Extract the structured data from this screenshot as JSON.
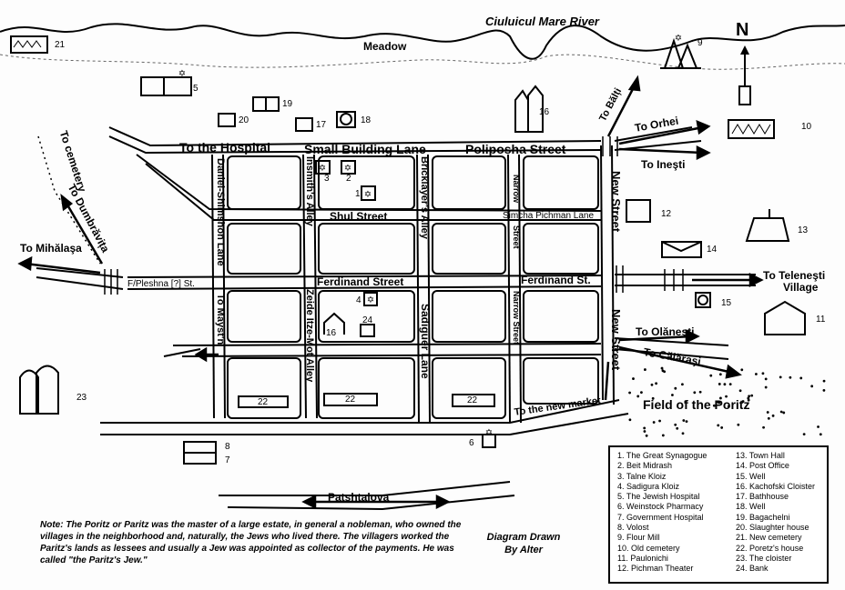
{
  "title_river": "Ciuluicul Mare River",
  "meadow": "Meadow",
  "north": "N",
  "streets": {
    "hospital": "To the Hospital",
    "small_building": "Small Building Lane",
    "poliposha": "Poliposha Street",
    "shul": "Shul Street",
    "simcha": "Simcha Pichman Lane",
    "ferdinand": "Ferdinand Street",
    "ferdinand_st": "Ferdinand St.",
    "fpleshna": "F/Pleshna [?] St.",
    "daniel": "Daniel-Shimshon Lane",
    "to_mayst": "To Mayst'n",
    "insmith": "Insmith's Alley",
    "zeide": "Zeide Itze-Mot Alley",
    "bricklayer": "Bricklayer's Alley",
    "sadiguer": "Sadiguer Lane",
    "narrow1": "Narrow",
    "narrow2": "Street",
    "narrow3": "Narrow Street",
    "new_street1": "New Street",
    "new_street2": "New Street",
    "patshtalova": "Patshtalova",
    "new_market": "To the new market"
  },
  "destinations": {
    "balti": "To Bălți",
    "orhei": "To Orhei",
    "inesti": "To Ineşti",
    "telenesti1": "To Teleneşti",
    "telenesti2": "Village",
    "olanesti": "To Olăneşti",
    "calarasi": "To Călăraşi",
    "cemetery": "To cemetery",
    "dumbravita": "To Dumbrăvița",
    "mihalasa": "To Mihălaşa"
  },
  "field": "Field of the Poritz",
  "numbers": {
    "n1": "1",
    "n2": "2",
    "n3": "3",
    "n4": "4",
    "n5": "5",
    "n6": "6",
    "n7": "7",
    "n8": "8",
    "n9": "9",
    "n10": "10",
    "n11": "11",
    "n12": "12",
    "n13": "13",
    "n14": "14",
    "n15": "15",
    "n16a": "16",
    "n16b": "16",
    "n17": "17",
    "n18": "18",
    "n19": "19",
    "n20": "20",
    "n21": "21",
    "n22a": "22",
    "n22b": "22",
    "n22c": "22",
    "n23": "23",
    "n24": "24"
  },
  "legend_left": [
    "1. The Great Synagogue",
    "2. Beit Midrash",
    "3. Talne Kloiz",
    "4. Sadigura Kloiz",
    "5. The Jewish Hospital",
    "6. Weinstock Pharmacy",
    "7. Government Hospital",
    "8. Volost",
    "9. Flour Mill",
    "10. Old cemetery",
    "11. Paulonichi",
    "12. Pichman Theater"
  ],
  "legend_right": [
    "13. Town Hall",
    "14. Post Office",
    "15. Well",
    "16. Kachofski Cloister",
    "17. Bathhouse",
    "18. Well",
    "19. Bagachelni",
    "20. Slaughter house",
    "21. New cemetery",
    "22. Poretz's house",
    "23. The cloister",
    "24. Bank"
  ],
  "note": "Note: The Poritz or Paritz was the master of a large estate, in general a nobleman, who owned the villages in the neighborhood and, naturally, the Jews who lived there. The villagers worked the Paritz's lands as lessees and usually a Jew was appointed as collector of the payments. He was called \"the Paritz's Jew.\"",
  "credit1": "Diagram Drawn",
  "credit2": "By Alter"
}
